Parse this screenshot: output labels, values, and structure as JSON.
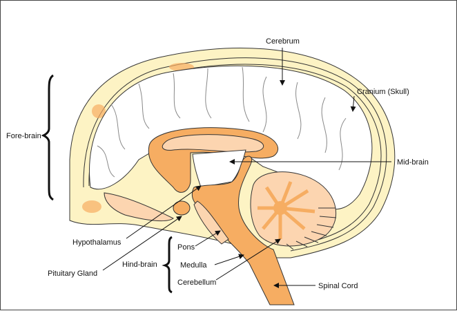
{
  "labels": {
    "cerebrum": "Cerebrum",
    "cranium": "Cranium (Skull)",
    "fore_brain": "Fore-brain",
    "mid_brain": "Mid-brain",
    "hypothalamus": "Hypothalamus",
    "pituitary_gland": "Pituitary Gland",
    "hind_brain": "Hind-brain",
    "pons": "Pons",
    "medulla": "Medulla",
    "cerebellum": "Cerebellum",
    "spinal_cord": "Spinal Cord"
  },
  "colors": {
    "skull": "#fdf3c4",
    "brain_tissue": "#f6ad62",
    "brain_light": "#fcd5b0",
    "cortex": "#ffffff",
    "outline": "#222222"
  }
}
